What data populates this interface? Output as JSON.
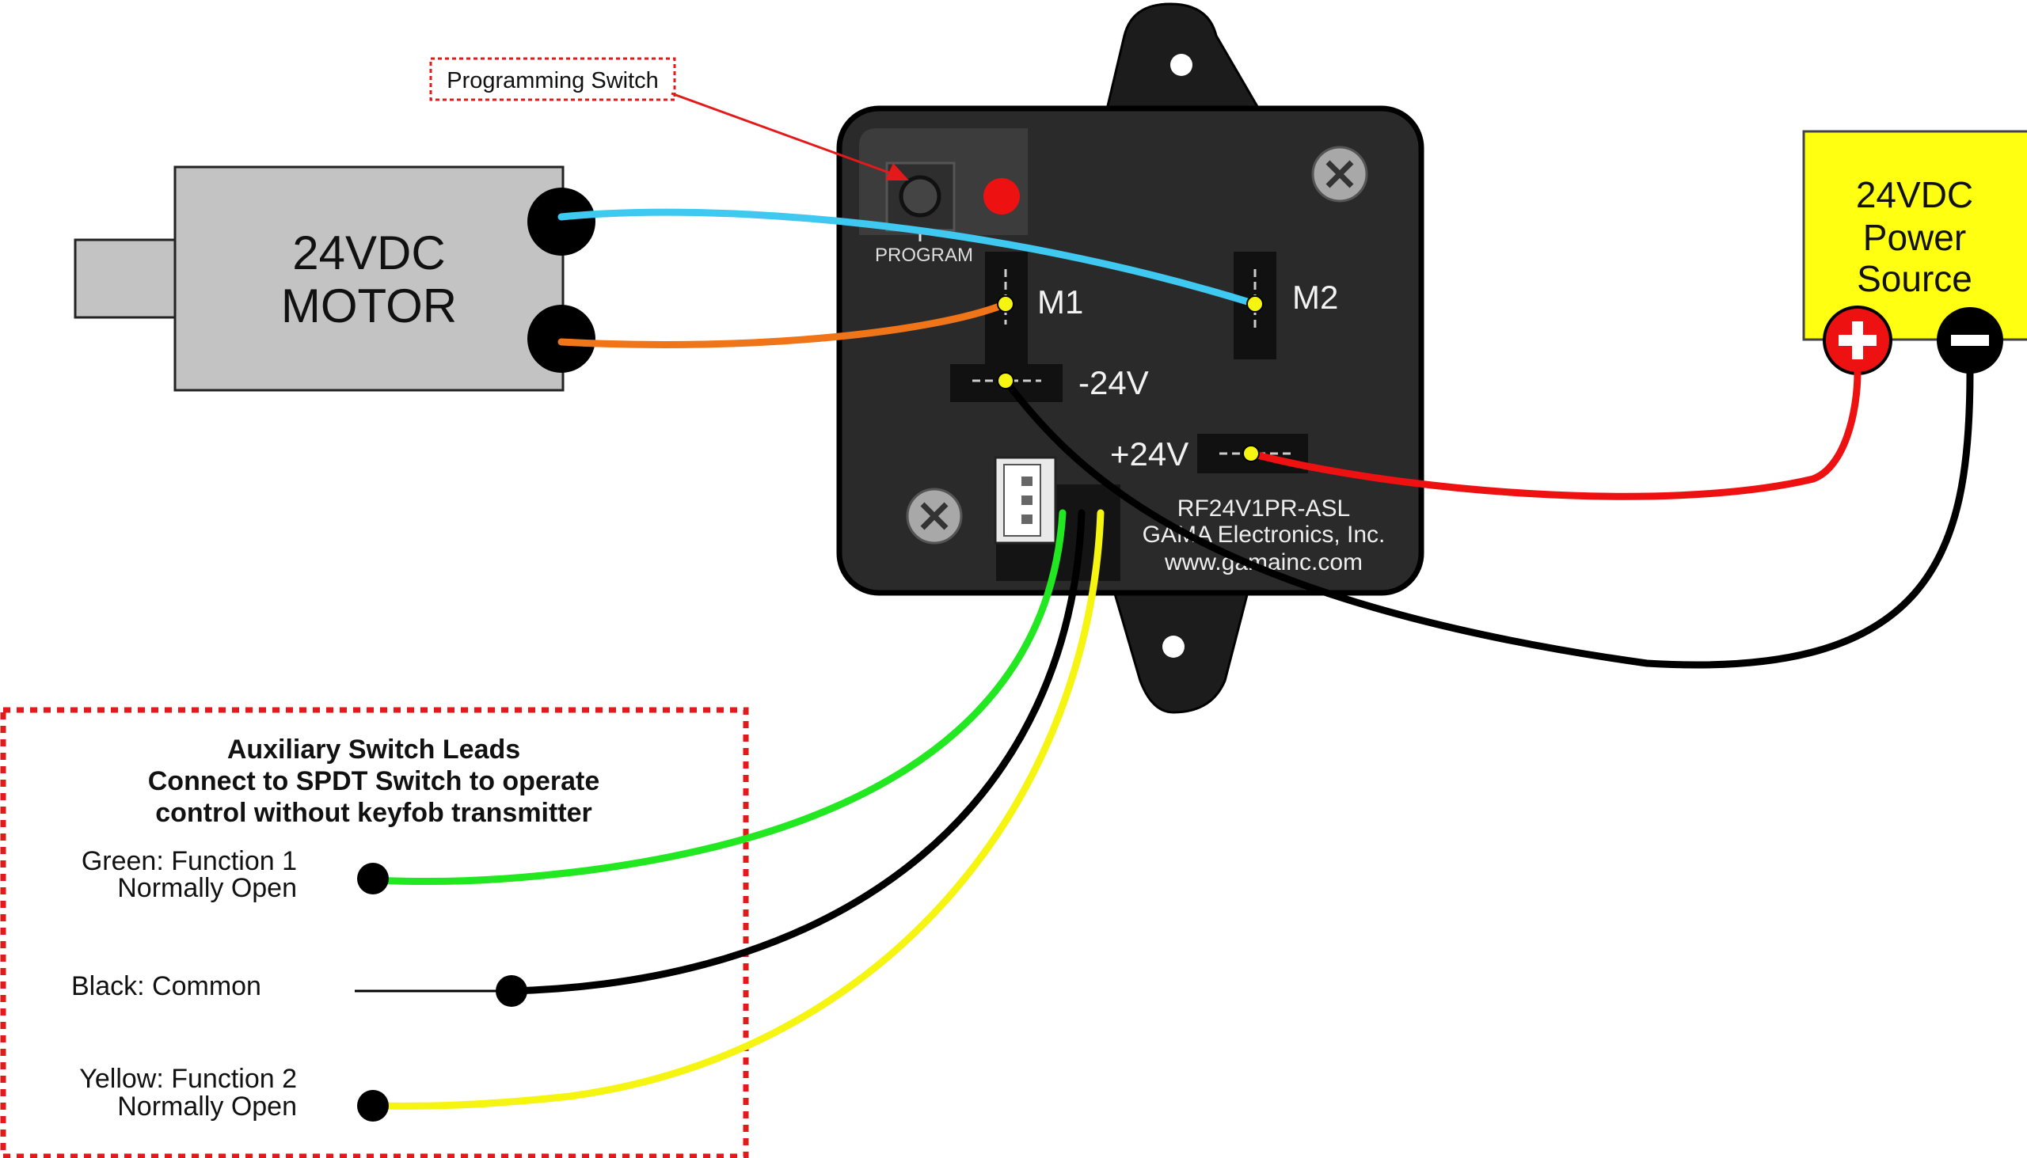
{
  "motor": {
    "label_line1": "24VDC",
    "label_line2": "MOTOR"
  },
  "controller": {
    "program_label": "PROGRAM",
    "m1_label": "M1",
    "m2_label": "M2",
    "neg24_label": "-24V",
    "pos24_label": "+24V",
    "model": "RF24V1PR-ASL",
    "company": "GAMA Electronics, Inc.",
    "website": "www.gamainc.com"
  },
  "callout": {
    "programming_switch": "Programming Switch"
  },
  "power_source": {
    "line1": "24VDC",
    "line2": "Power",
    "line3": "Source"
  },
  "aux_box": {
    "title_line1": "Auxiliary Switch Leads",
    "title_line2": "Connect to SPDT Switch to operate",
    "title_line3": "control without keyfob transmitter",
    "green_line1": "Green: Function 1",
    "green_line2": "Normally Open",
    "black_line1": "Black: Common",
    "yellow_line1": "Yellow: Function 2",
    "yellow_line2": "Normally Open"
  },
  "colors": {
    "wire_blue": "#3fc8f0",
    "wire_orange": "#f07518",
    "wire_red": "#ee1111",
    "wire_black": "#000000",
    "wire_green": "#22e822",
    "wire_yellow": "#f5f511",
    "controller_body": "#2a2a2a",
    "motor_body": "#c3c3c3",
    "power_fill": "#ffff11",
    "callout_border": "#e41a1a"
  }
}
